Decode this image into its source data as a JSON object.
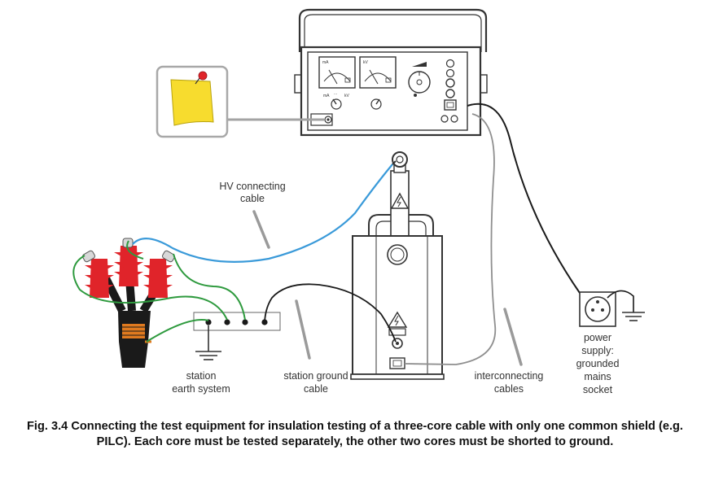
{
  "labels": {
    "hv_cable": [
      "HV connecting",
      "cable"
    ],
    "earth_system": [
      "station",
      "earth system"
    ],
    "ground_cable": [
      "station ground",
      "cable"
    ],
    "interconnecting": [
      "interconnecting",
      "cables"
    ],
    "power_supply": [
      "power",
      "supply:",
      "grounded",
      "mains",
      "socket"
    ]
  },
  "panel": {
    "meter_left_unit": "mA",
    "meter_right_unit": "kV",
    "switch_marks": [
      "mA",
      "...",
      "kV"
    ]
  },
  "caption": "Fig. 3.4 Connecting the test equipment for insulation testing of a three-core cable with only one common shield (e.g. PILC). Each core must be tested separately, the other two cores must be shorted to ground.",
  "colors": {
    "hv_cable": "#3a9ad9",
    "ground_wire": "#2e9a3e",
    "termination": "#e0242a",
    "note": "#f7dc2e",
    "pin": "#e0242a",
    "outline": "#333333"
  }
}
